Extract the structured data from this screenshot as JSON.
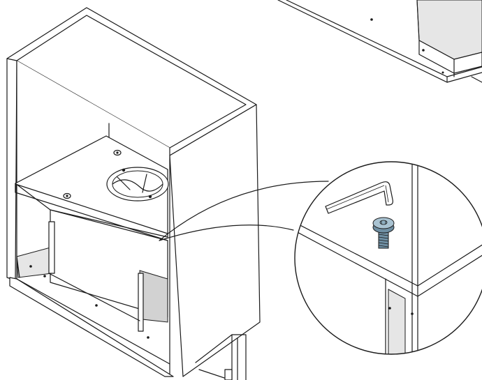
{
  "figure": {
    "kind": "assembly-illustration",
    "text_labels": [],
    "components": [
      {
        "id": "wall-cabinet",
        "icon": "cabinet-icon"
      },
      {
        "id": "cooker-hood-unit",
        "icon": "hood-icon"
      },
      {
        "id": "exhaust-duct-collar",
        "icon": "duct-ring-icon"
      },
      {
        "id": "mounting-screw",
        "icon": "screw-icon"
      },
      {
        "id": "allen-key",
        "icon": "hex-key-icon"
      },
      {
        "id": "detail-magnifier",
        "icon": "magnifier-icon"
      }
    ],
    "colors": {
      "outline": "#1a1a1a",
      "panel": "#ffffff",
      "shade": "#e6e6e6",
      "screw_head": "#a9c3d2",
      "screw_thread": "#6f8fa3"
    }
  }
}
